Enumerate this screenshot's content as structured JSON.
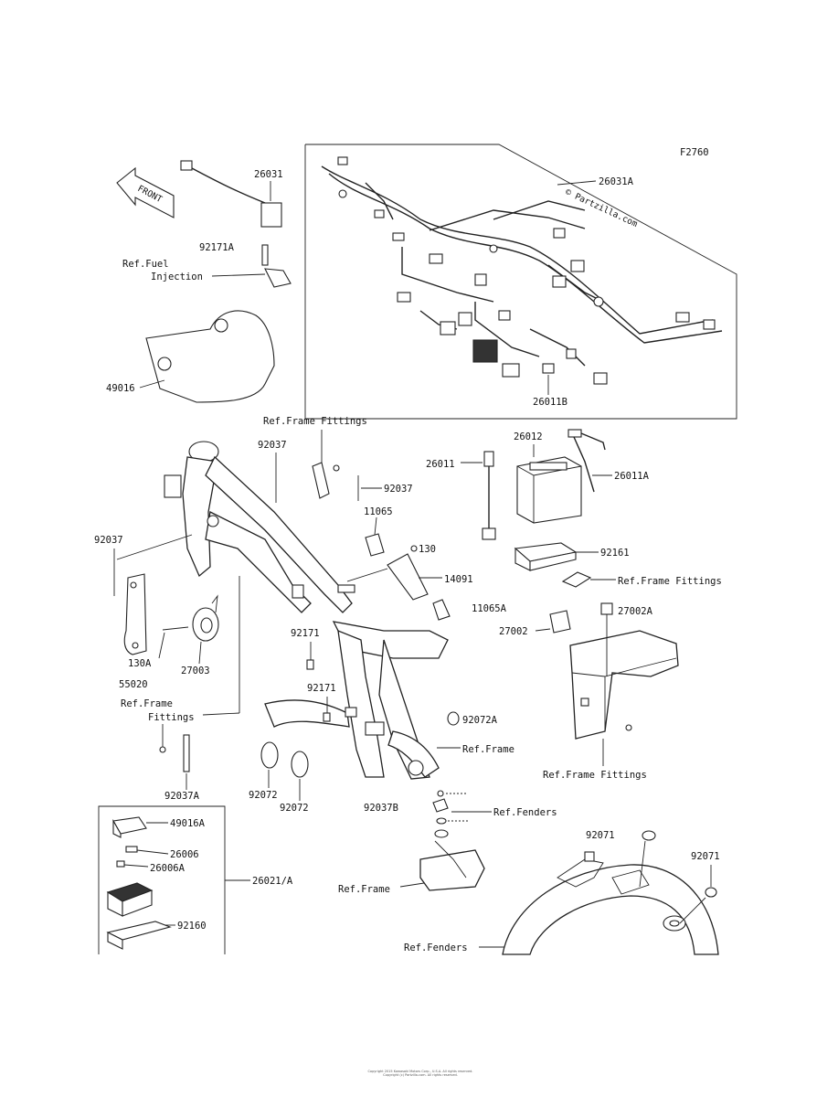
{
  "diagram_code": "F2760",
  "watermark": "© Partzilla.com",
  "front_label": "FRONT",
  "copyright_lines": [
    "Copyright 2015 Kawasaki Motors Corp., U.S.A. All rights reserved.",
    "Copyright (c) Partzilla.com. All rights reserved."
  ],
  "parts": {
    "p26031": "26031",
    "p26031A": "26031A",
    "p26011B": "26011B",
    "p92171A": "92171A",
    "ref_fuel_injection_line1": "Ref.Fuel",
    "ref_fuel_injection_line2": "Injection",
    "p49016": "49016",
    "ref_frame_fittings_top": "Ref.Frame Fittings",
    "p92037_a": "92037",
    "p92037_b": "92037",
    "p92037_left": "92037",
    "p11065": "11065",
    "p130": "130",
    "p14091": "14091",
    "p11065A": "11065A",
    "p26012": "26012",
    "p26011": "26011",
    "p26011A": "26011A",
    "p92161": "92161",
    "ref_frame_fittings_right": "Ref.Frame Fittings",
    "p27002A": "27002A",
    "p27002": "27002",
    "p130A": "130A",
    "p27003": "27003",
    "p55020": "55020",
    "ref_frame_fittings_left_line1": "Ref.Frame",
    "ref_frame_fittings_left_line2": "Fittings",
    "p92171_a": "92171",
    "p92171_b": "92171",
    "p92072A": "92072A",
    "ref_frame_mid": "Ref.Frame",
    "ref_frame_fittings_bottom": "Ref.Frame Fittings",
    "p92037A": "92037A",
    "p92072_a": "92072",
    "p92072_b": "92072",
    "p92037B": "92037B",
    "p49016A": "49016A",
    "p26006": "26006",
    "p26006A": "26006A",
    "p26021A": "26021/A",
    "p92160": "92160",
    "ref_fenders_top": "Ref.Fenders",
    "ref_frame_low": "Ref.Frame",
    "ref_fenders_bottom": "Ref.Fenders",
    "p92071_a": "92071",
    "p92071_b": "92071"
  }
}
